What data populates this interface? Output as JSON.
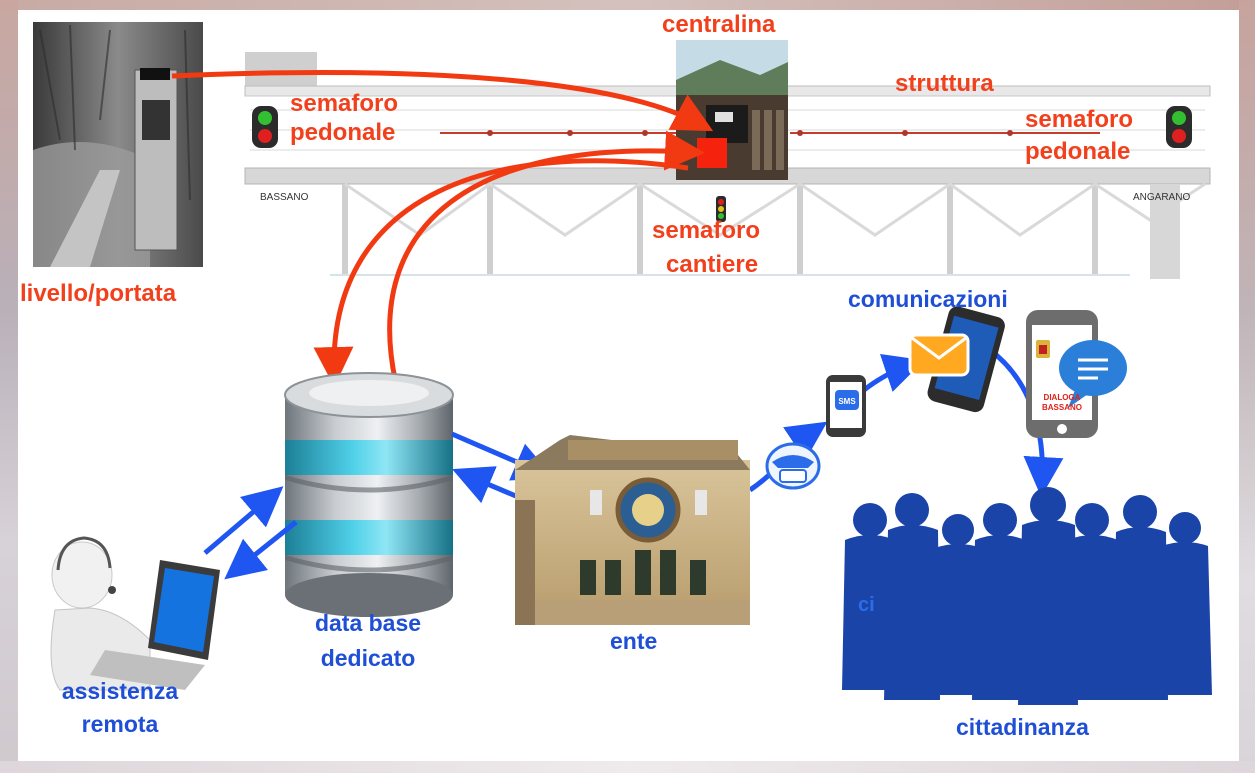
{
  "labels": {
    "centralina": "centralina",
    "struttura": "struttura",
    "semaforo_pedonale_left_1": "semaforo",
    "semaforo_pedonale_left_2": "pedonale",
    "semaforo_pedonale_right_1": "semaforo",
    "semaforo_pedonale_right_2": "pedonale",
    "semaforo_cantiere_1": "semaforo",
    "semaforo_cantiere_2": "cantiere",
    "livello_portata": "livello/portata",
    "comunicazioni": "comunicazioni",
    "data_base_1": "data base",
    "data_base_2": "dedicato",
    "ente": "ente",
    "assistenza_1": "assistenza",
    "assistenza_2": "remota",
    "cittadinanza": "cittadinanza",
    "bassano": "BASSANO",
    "angarano": "ANGARANO",
    "sms": "SMS",
    "dialoga_1": "DIALOGA",
    "dialoga_2": "BASSANO",
    "ci": "ci"
  },
  "colors": {
    "red_arrow": "#f23a12",
    "blue_arrow": "#1f55f0",
    "label_red": "#f2401c",
    "label_blue": "#1f4fd6",
    "crowd": "#1a44a8"
  },
  "icons": [
    "sensor-photo",
    "bridge-drawing",
    "traffic-light-icon",
    "database-icon",
    "laptop-operator-icon",
    "town-hall-photo",
    "telephone-icon",
    "sms-phone-icon",
    "email-phone-icon",
    "app-phone-icon",
    "crowd-silhouette"
  ]
}
